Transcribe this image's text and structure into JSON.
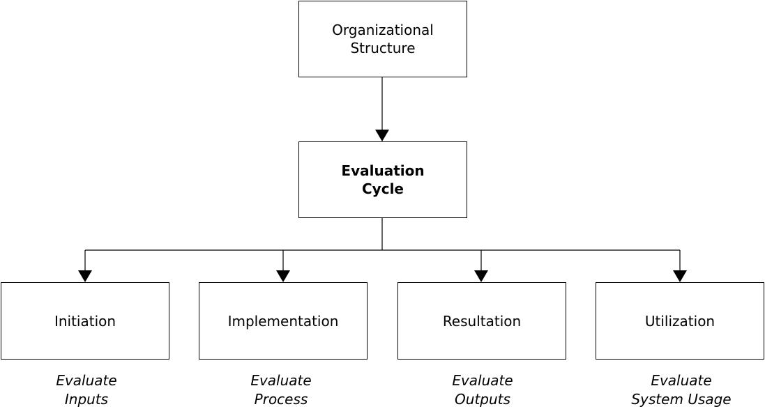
{
  "diagram": {
    "top": {
      "label": "Organizational\nStructure"
    },
    "center": {
      "label": "Evaluation\nCycle"
    },
    "stages": [
      {
        "label": "Initiation",
        "note": "Evaluate\nInputs"
      },
      {
        "label": "Implementation",
        "note": "Evaluate\nProcess"
      },
      {
        "label": "Resultation",
        "note": "Evaluate\nOutputs"
      },
      {
        "label": "Utilization",
        "note": "Evaluate\nSystem Usage"
      }
    ]
  },
  "colors": {
    "stroke": "#000000",
    "fill": "#ffffff"
  }
}
